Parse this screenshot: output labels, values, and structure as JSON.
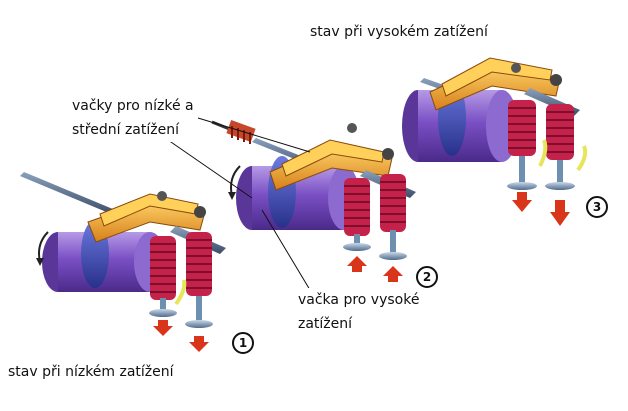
{
  "labels": {
    "high_load_state": "stav při vysokém zatížení",
    "low_mid_cams": [
      "vačky pro nízké a",
      "střední zatížení"
    ],
    "high_cam": [
      "vačka pro vysoké",
      "zatížení"
    ],
    "low_load_state": "stav při nízkém zatížení"
  },
  "stages": [
    "1",
    "2",
    "3"
  ],
  "colors": {
    "camshaft": "#6a3fb0",
    "camshaft_highlight": "#9a78d8",
    "cam_lobe": "#3a49b8",
    "rocker_arm": "#e89a2a",
    "rocker_highlight": "#ffd15a",
    "valve_spring": "#c4224a",
    "valve": "#6f8fb0",
    "arrow": "#d8351a",
    "oil_arrow": "#e7e55a"
  },
  "icons": [
    "rotation-arrow-icon",
    "valve-direction-arrow-icon",
    "oil-flow-icon"
  ]
}
